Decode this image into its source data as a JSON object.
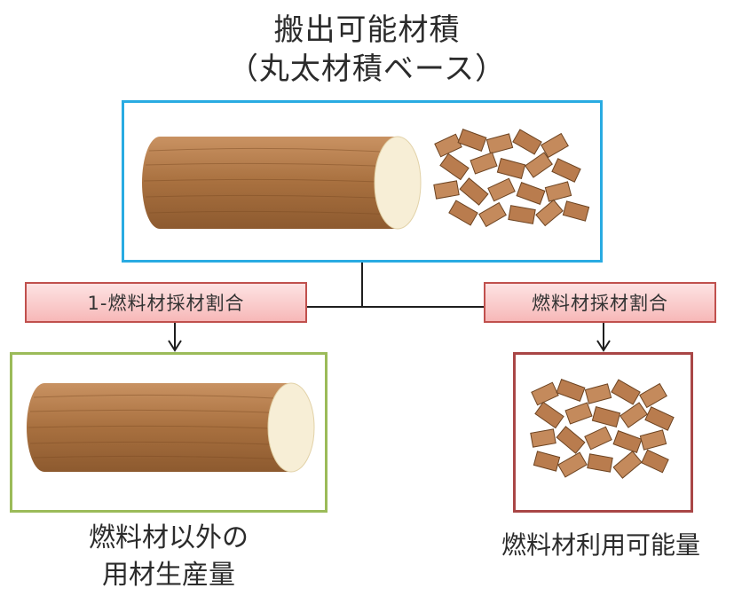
{
  "top": {
    "title_line1": "搬出可能材積",
    "title_line2": "（丸太材積ベース）"
  },
  "labels": {
    "left": "1-燃料材採材割合",
    "right": "燃料材採材割合"
  },
  "captions": {
    "left_line1": "燃料材以外の",
    "left_line2": "用材生産量",
    "right": "燃料材利用可能量"
  },
  "colors": {
    "top_box_border": "#29abe2",
    "left_box_border": "#9bbb59",
    "right_box_border": "#a94646",
    "label_border": "#c0504d",
    "label_fill": "#f9c9c9",
    "wood": "#b07a48",
    "wood_end": "#f7eed6",
    "chip": "#c48a5c"
  }
}
